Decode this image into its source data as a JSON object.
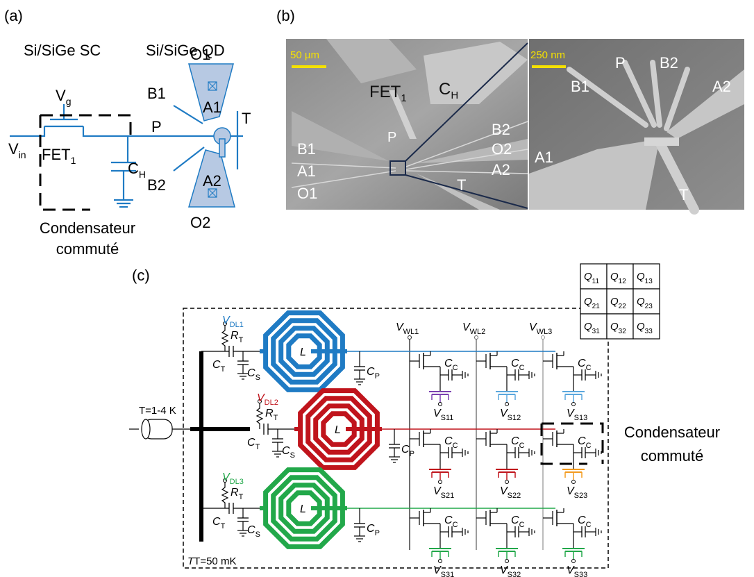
{
  "panel_a": {
    "letter": "(a)",
    "title_sc": "Si/SiGe SC",
    "title_qd": "Si/SiGe QD",
    "vg": "V",
    "vg_sub": "g",
    "vin": "V",
    "vin_sub": "in",
    "fet": "FET",
    "fet_sub": "1",
    "p": "P",
    "ch": "C",
    "ch_sub": "H",
    "b1": "B1",
    "b2": "B2",
    "a1": "A1",
    "a2": "A2",
    "o1": "O1",
    "o2": "O2",
    "t": "T",
    "caption_line1": "Condensateur",
    "caption_line2": "commuté"
  },
  "panel_b": {
    "letter": "(b)",
    "scale_left": "50 µm",
    "scale_right": "250 nm",
    "fet": "FET",
    "fet_sub": "1",
    "ch": "C",
    "ch_sub": "H",
    "p": "P",
    "b1": "B1",
    "a1": "A1",
    "o1": "O1",
    "b2": "B2",
    "o2": "O2",
    "a2": "A2",
    "t": "T",
    "zoom_p": "P",
    "zoom_b1": "B1",
    "zoom_b2": "B2",
    "zoom_a1": "A1",
    "zoom_a2": "A2",
    "zoom_t": "T"
  },
  "panel_c": {
    "letter": "(c)",
    "temp_input": "T=1-4 K",
    "temp_base": "T=50 mK",
    "grid": [
      [
        "Q11",
        "Q12",
        "Q13"
      ],
      [
        "Q21",
        "Q22",
        "Q23"
      ],
      [
        "Q31",
        "Q32",
        "Q33"
      ]
    ],
    "wordlines": [
      "VWL1",
      "VWL2",
      "VWL3"
    ],
    "datalines": [
      "VDL1",
      "VDL2",
      "VDL3"
    ],
    "rt": "RT",
    "ct": "CT",
    "cs": "CS",
    "cp": "CP",
    "cc": "CC",
    "l": "L",
    "sources": [
      [
        "VS11",
        "VS12",
        "VS13"
      ],
      [
        "VS21",
        "VS22",
        "VS23"
      ],
      [
        "VS31",
        "VS32",
        "VS33"
      ]
    ],
    "caption_line1": "Condensateur",
    "caption_line2": "commuté"
  },
  "colors": {
    "blue": "#1f7bc4",
    "red": "#c0141c",
    "green": "#22a84a",
    "light_blue": "#5aa7dd",
    "qd_fill": "#b7c9e3",
    "purple": "#7a3fb0",
    "orange": "#f39a1e"
  }
}
